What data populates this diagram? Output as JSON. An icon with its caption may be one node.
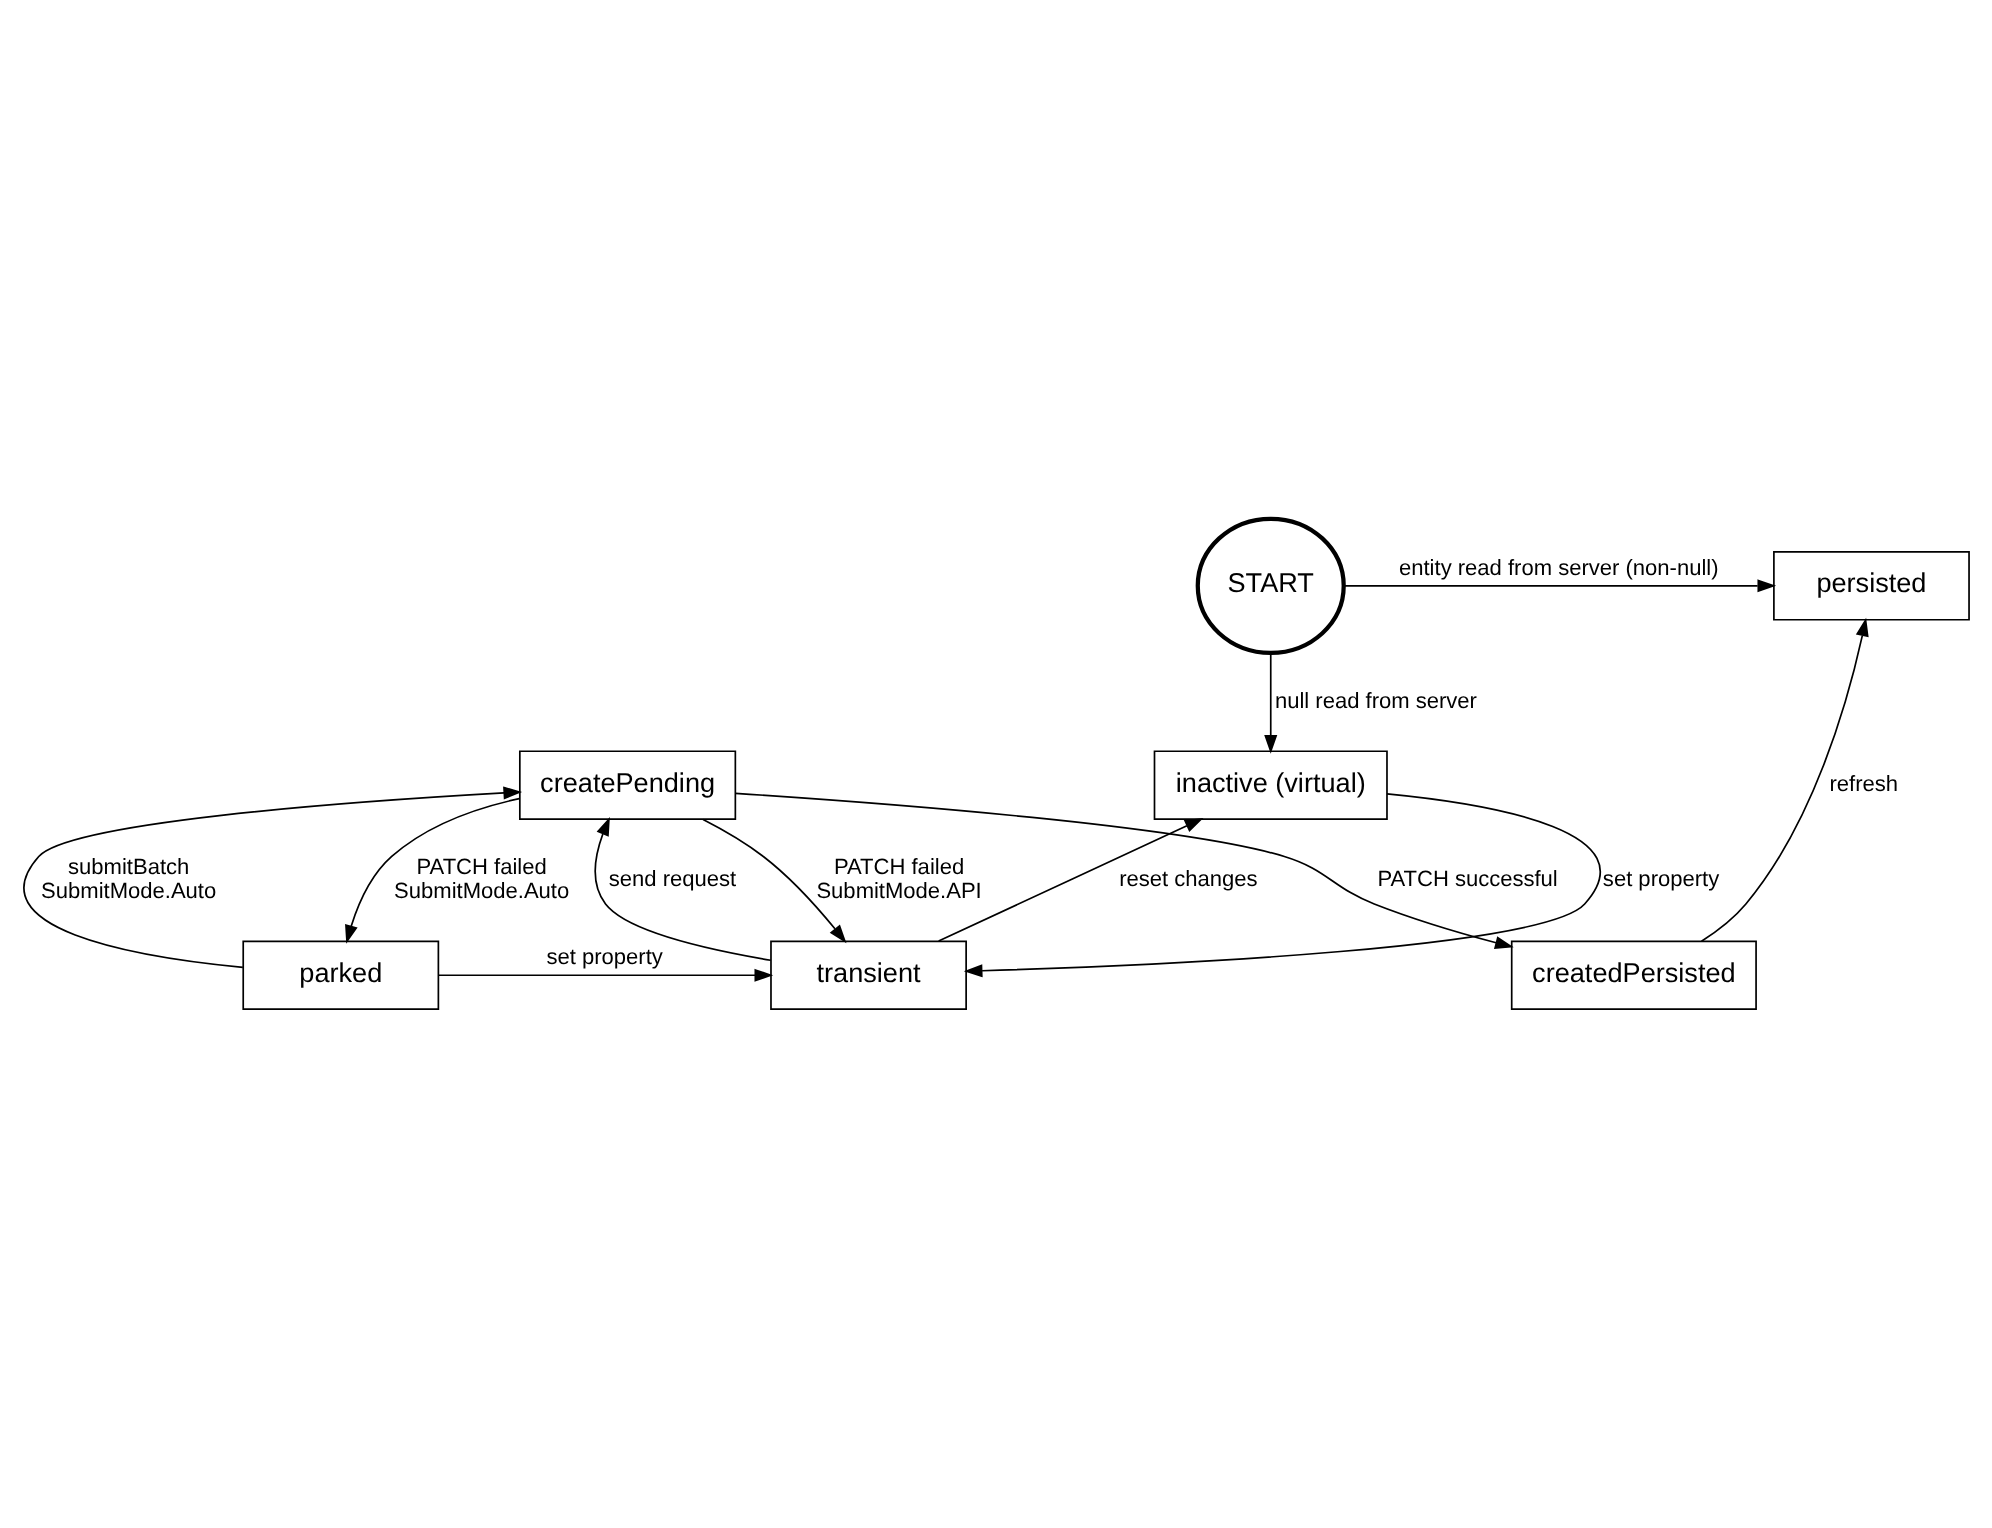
{
  "diagram": {
    "nodes": [
      {
        "text": [
          "START"
        ]
      },
      {
        "text": [
          "persisted"
        ]
      },
      {
        "text": [
          "createdPersisted"
        ]
      },
      {
        "text": [
          "inactive (virtual)"
        ]
      },
      {
        "text": [
          "createPending"
        ]
      },
      {
        "text": [
          "transient"
        ]
      },
      {
        "text": [
          "parked"
        ]
      }
    ],
    "edges": [
      {
        "from": 0,
        "to": 1,
        "arrow": "to",
        "label": "entity read from server (non-null)"
      },
      {
        "from": 0,
        "to": 3,
        "arrow": "to",
        "label": "null read from server"
      },
      {
        "from": 2,
        "to": 1,
        "arrow": "to",
        "label": "refresh"
      },
      {
        "from": 4,
        "to": 2,
        "arrow": "to",
        "label": "PATCH successful"
      },
      {
        "from": 3,
        "to": 5,
        "arrow": "to",
        "label": "set property"
      },
      {
        "from": 5,
        "to": 3,
        "arrow": "to",
        "label": "reset changes"
      },
      {
        "from": 4,
        "to": 5,
        "arrow": "to",
        "label": "PATCH failed SubmitMode.API"
      },
      {
        "from": 5,
        "to": 4,
        "arrow": "to",
        "label": "send request"
      },
      {
        "from": 6,
        "to": 4,
        "arrow": "to",
        "label": "submitBatch SubmitMode.Auto"
      },
      {
        "from": 4,
        "to": 6,
        "arrow": "to",
        "label": "PATCH failed SubmitMode.Auto"
      },
      {
        "from": 6,
        "to": 5,
        "arrow": "to",
        "label": "set property"
      }
    ]
  }
}
